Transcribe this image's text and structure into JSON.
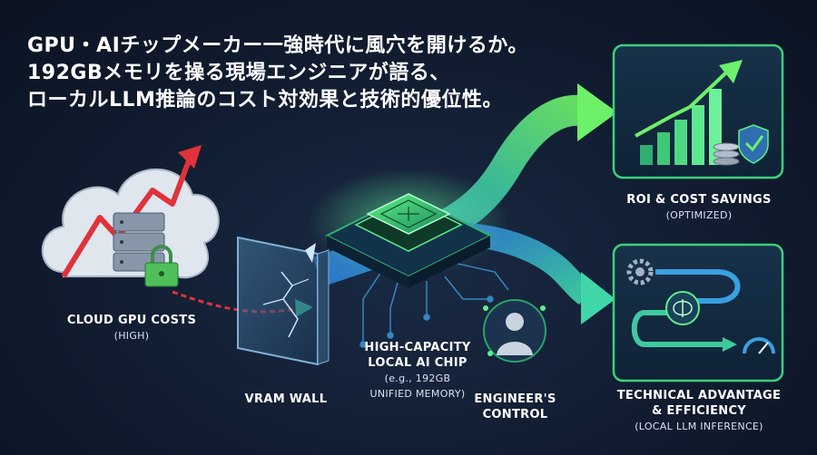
{
  "headline": {
    "line1": "GPU・AIチップメーカー一強時代に風穴を開けるか。",
    "line2": "192GBメモリを操る現場エンジニアが語る、",
    "line3": "ローカルLLM推論のコスト対効果と技術的優位性。"
  },
  "nodes": {
    "cloud": {
      "title": "CLOUD GPU COSTS",
      "sub": "(HIGH)"
    },
    "vram": {
      "title": "VRAM WALL"
    },
    "chip": {
      "title1": "HIGH-CAPACITY",
      "title2": "LOCAL AI CHIP",
      "sub1": "(e.g., 192GB",
      "sub2": "UNIFIED MEMORY)"
    },
    "engineer": {
      "title1": "ENGINEER'S",
      "title2": "CONTROL"
    },
    "roi": {
      "title": "ROI & COST SAVINGS",
      "sub": "(OPTIMIZED)"
    },
    "tech": {
      "title1": "TECHNICAL ADVANTAGE",
      "title2": "& EFFICIENCY",
      "sub": "(LOCAL LLM INFERENCE)"
    }
  },
  "colors": {
    "background": "#111c30",
    "accent_green": "#4ee07a",
    "accent_blue": "#3a8fe0",
    "warning_red": "#e0323a",
    "panel_border": "#3ecf7a"
  }
}
